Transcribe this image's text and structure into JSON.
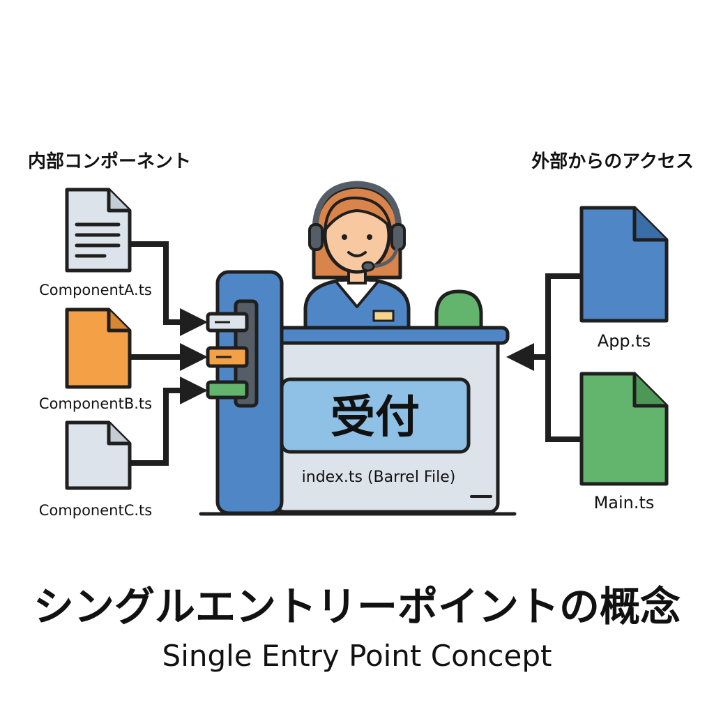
{
  "diagram": {
    "left_heading": "内部コンポーネント",
    "right_heading": "外部からのアクセス",
    "components": [
      {
        "filename": "ComponentA.ts",
        "icon": "document-icon",
        "color": "#dce3ea"
      },
      {
        "filename": "ComponentB.ts",
        "icon": "file-icon",
        "color": "#f4a046"
      },
      {
        "filename": "ComponentC.ts",
        "icon": "file-icon",
        "color": "#dce3ea"
      }
    ],
    "consumers": [
      {
        "filename": "App.ts",
        "icon": "file-icon",
        "color": "#4f86c6"
      },
      {
        "filename": "Main.ts",
        "icon": "file-icon",
        "color": "#63b56d"
      }
    ],
    "desk": {
      "sign": "受付",
      "filename": "index.ts (Barrel File)",
      "figure_icon": "receptionist-with-headset-icon"
    },
    "title_ja": "シングルエントリーポイントの概念",
    "title_en": "Single Entry Point Concept",
    "colors": {
      "outline": "#1f1f1f",
      "desk_blue": "#4f86c6",
      "desk_body": "#dce3ea",
      "sign_fill": "#8fc0e6",
      "orange": "#f4a046",
      "green": "#63b56d",
      "grey": "#dce3ea",
      "hair": "#d9844a",
      "skin": "#f8c8a0"
    }
  }
}
